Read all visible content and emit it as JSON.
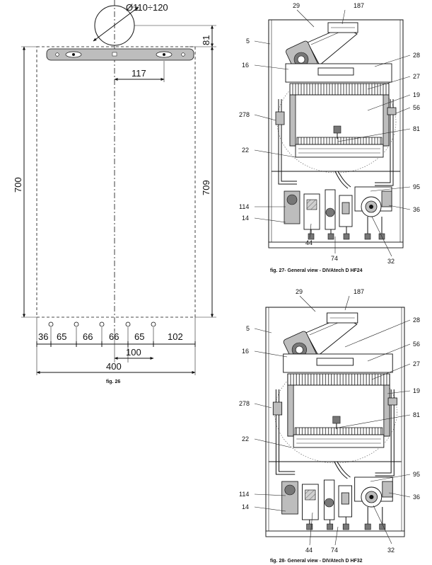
{
  "fig26": {
    "flue_diameter": "Ø110÷120",
    "dim_top": "81",
    "dim_offset": "117",
    "dim_height_left": "700",
    "dim_height_right": "709",
    "bottom_dims": [
      "36",
      "65",
      "66",
      "66",
      "65",
      "102"
    ],
    "dim_100": "100",
    "dim_width": "400",
    "caption": "fig. 26"
  },
  "fig27": {
    "caption": "fig. 27- General view - DIVAtech D HF24",
    "callouts": {
      "c29": "29",
      "c187": "187",
      "c5": "5",
      "c28": "28",
      "c16": "16",
      "c27": "27",
      "c19": "19",
      "c56": "56",
      "c278": "278",
      "c81": "81",
      "c22": "22",
      "c95": "95",
      "c114": "114",
      "c36": "36",
      "c14": "14",
      "c44": "44",
      "c74": "74",
      "c32": "32"
    }
  },
  "fig28": {
    "caption": "fig. 28- General view - DIVAtech D HF32",
    "callouts": {
      "c29": "29",
      "c187": "187",
      "c28": "28",
      "c5": "5",
      "c56": "56",
      "c16": "16",
      "c27": "27",
      "c19": "19",
      "c278": "278",
      "c81": "81",
      "c22": "22",
      "c95": "95",
      "c114": "114",
      "c36": "36",
      "c14": "14",
      "c44": "44",
      "c74": "74",
      "c32": "32"
    }
  }
}
